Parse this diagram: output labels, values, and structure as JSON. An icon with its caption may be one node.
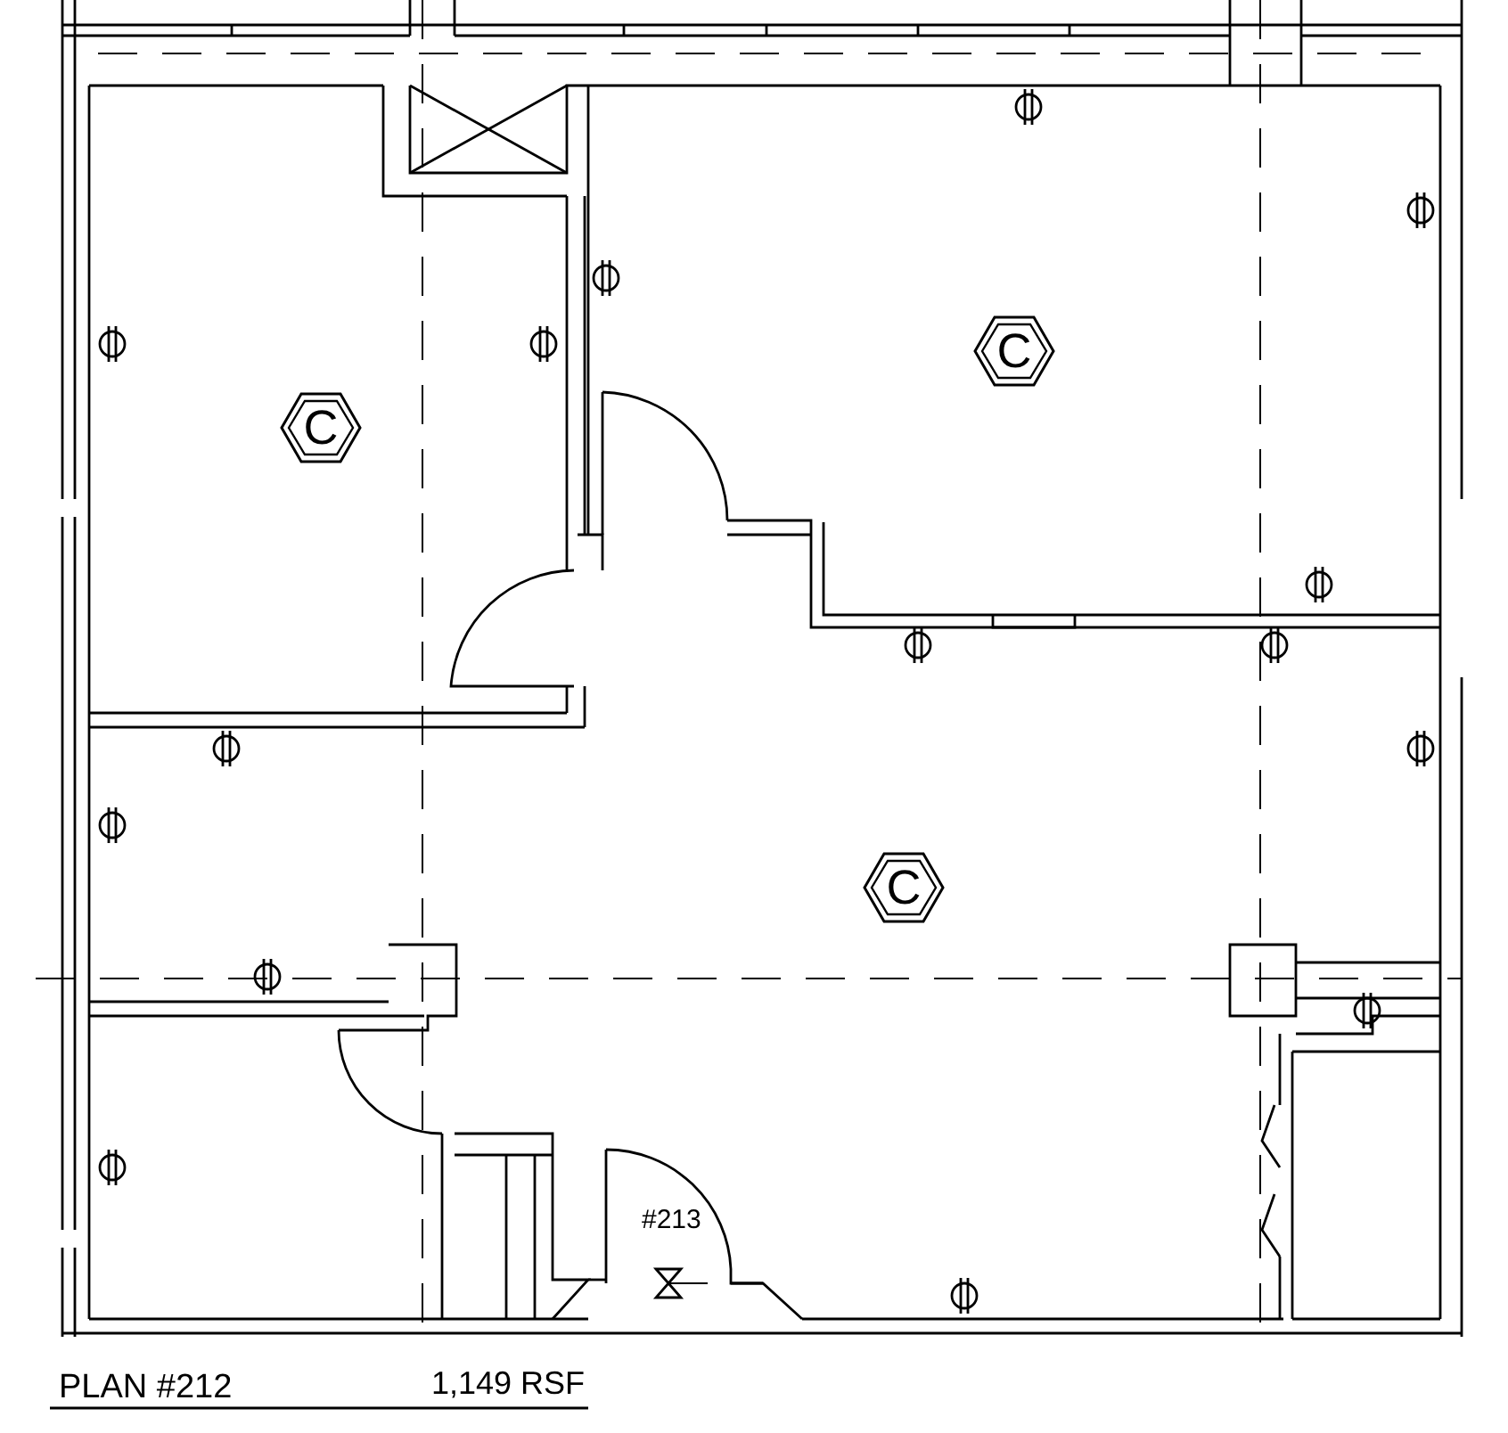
{
  "diagram": {
    "nodes": [
      {
        "text": [
          "C"
        ]
      },
      {
        "text": [
          "C"
        ]
      },
      {
        "text": [
          "C"
        ]
      }
    ],
    "labels": [
      "#213",
      "PLAN #212",
      "1,149 RSF"
    ]
  }
}
